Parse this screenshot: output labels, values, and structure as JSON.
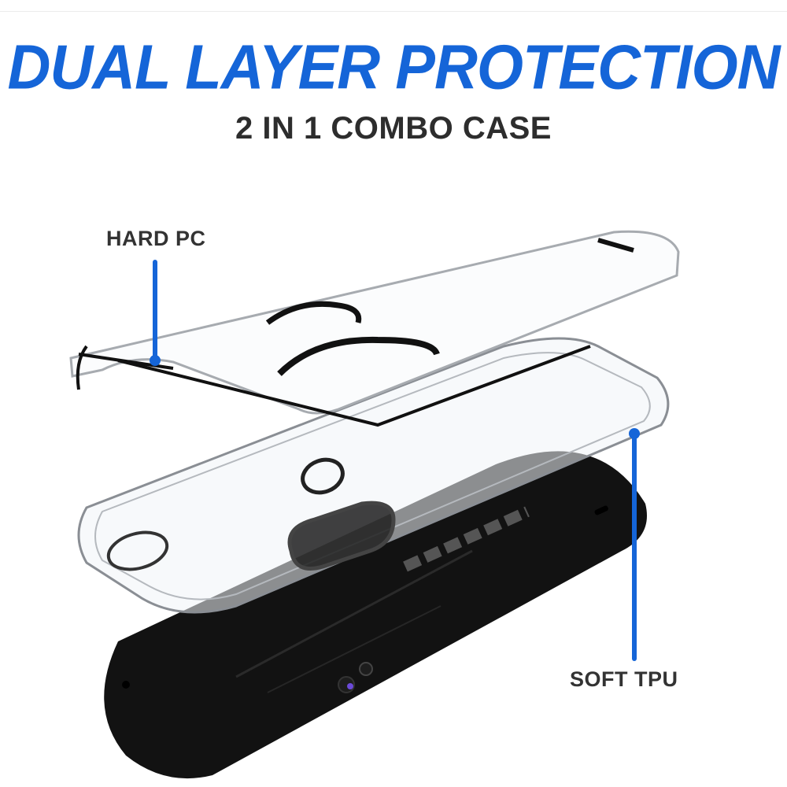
{
  "header": {
    "headline": "DUAL LAYER PROTECTION",
    "subheadline": "2 IN 1 COMBO CASE"
  },
  "callouts": [
    {
      "label": "HARD PC"
    },
    {
      "label": "SOFT TPU"
    }
  ],
  "colors": {
    "accent_blue": "#1565d8",
    "label_dark": "#333333",
    "phone_black": "#111111",
    "background": "#ffffff"
  }
}
